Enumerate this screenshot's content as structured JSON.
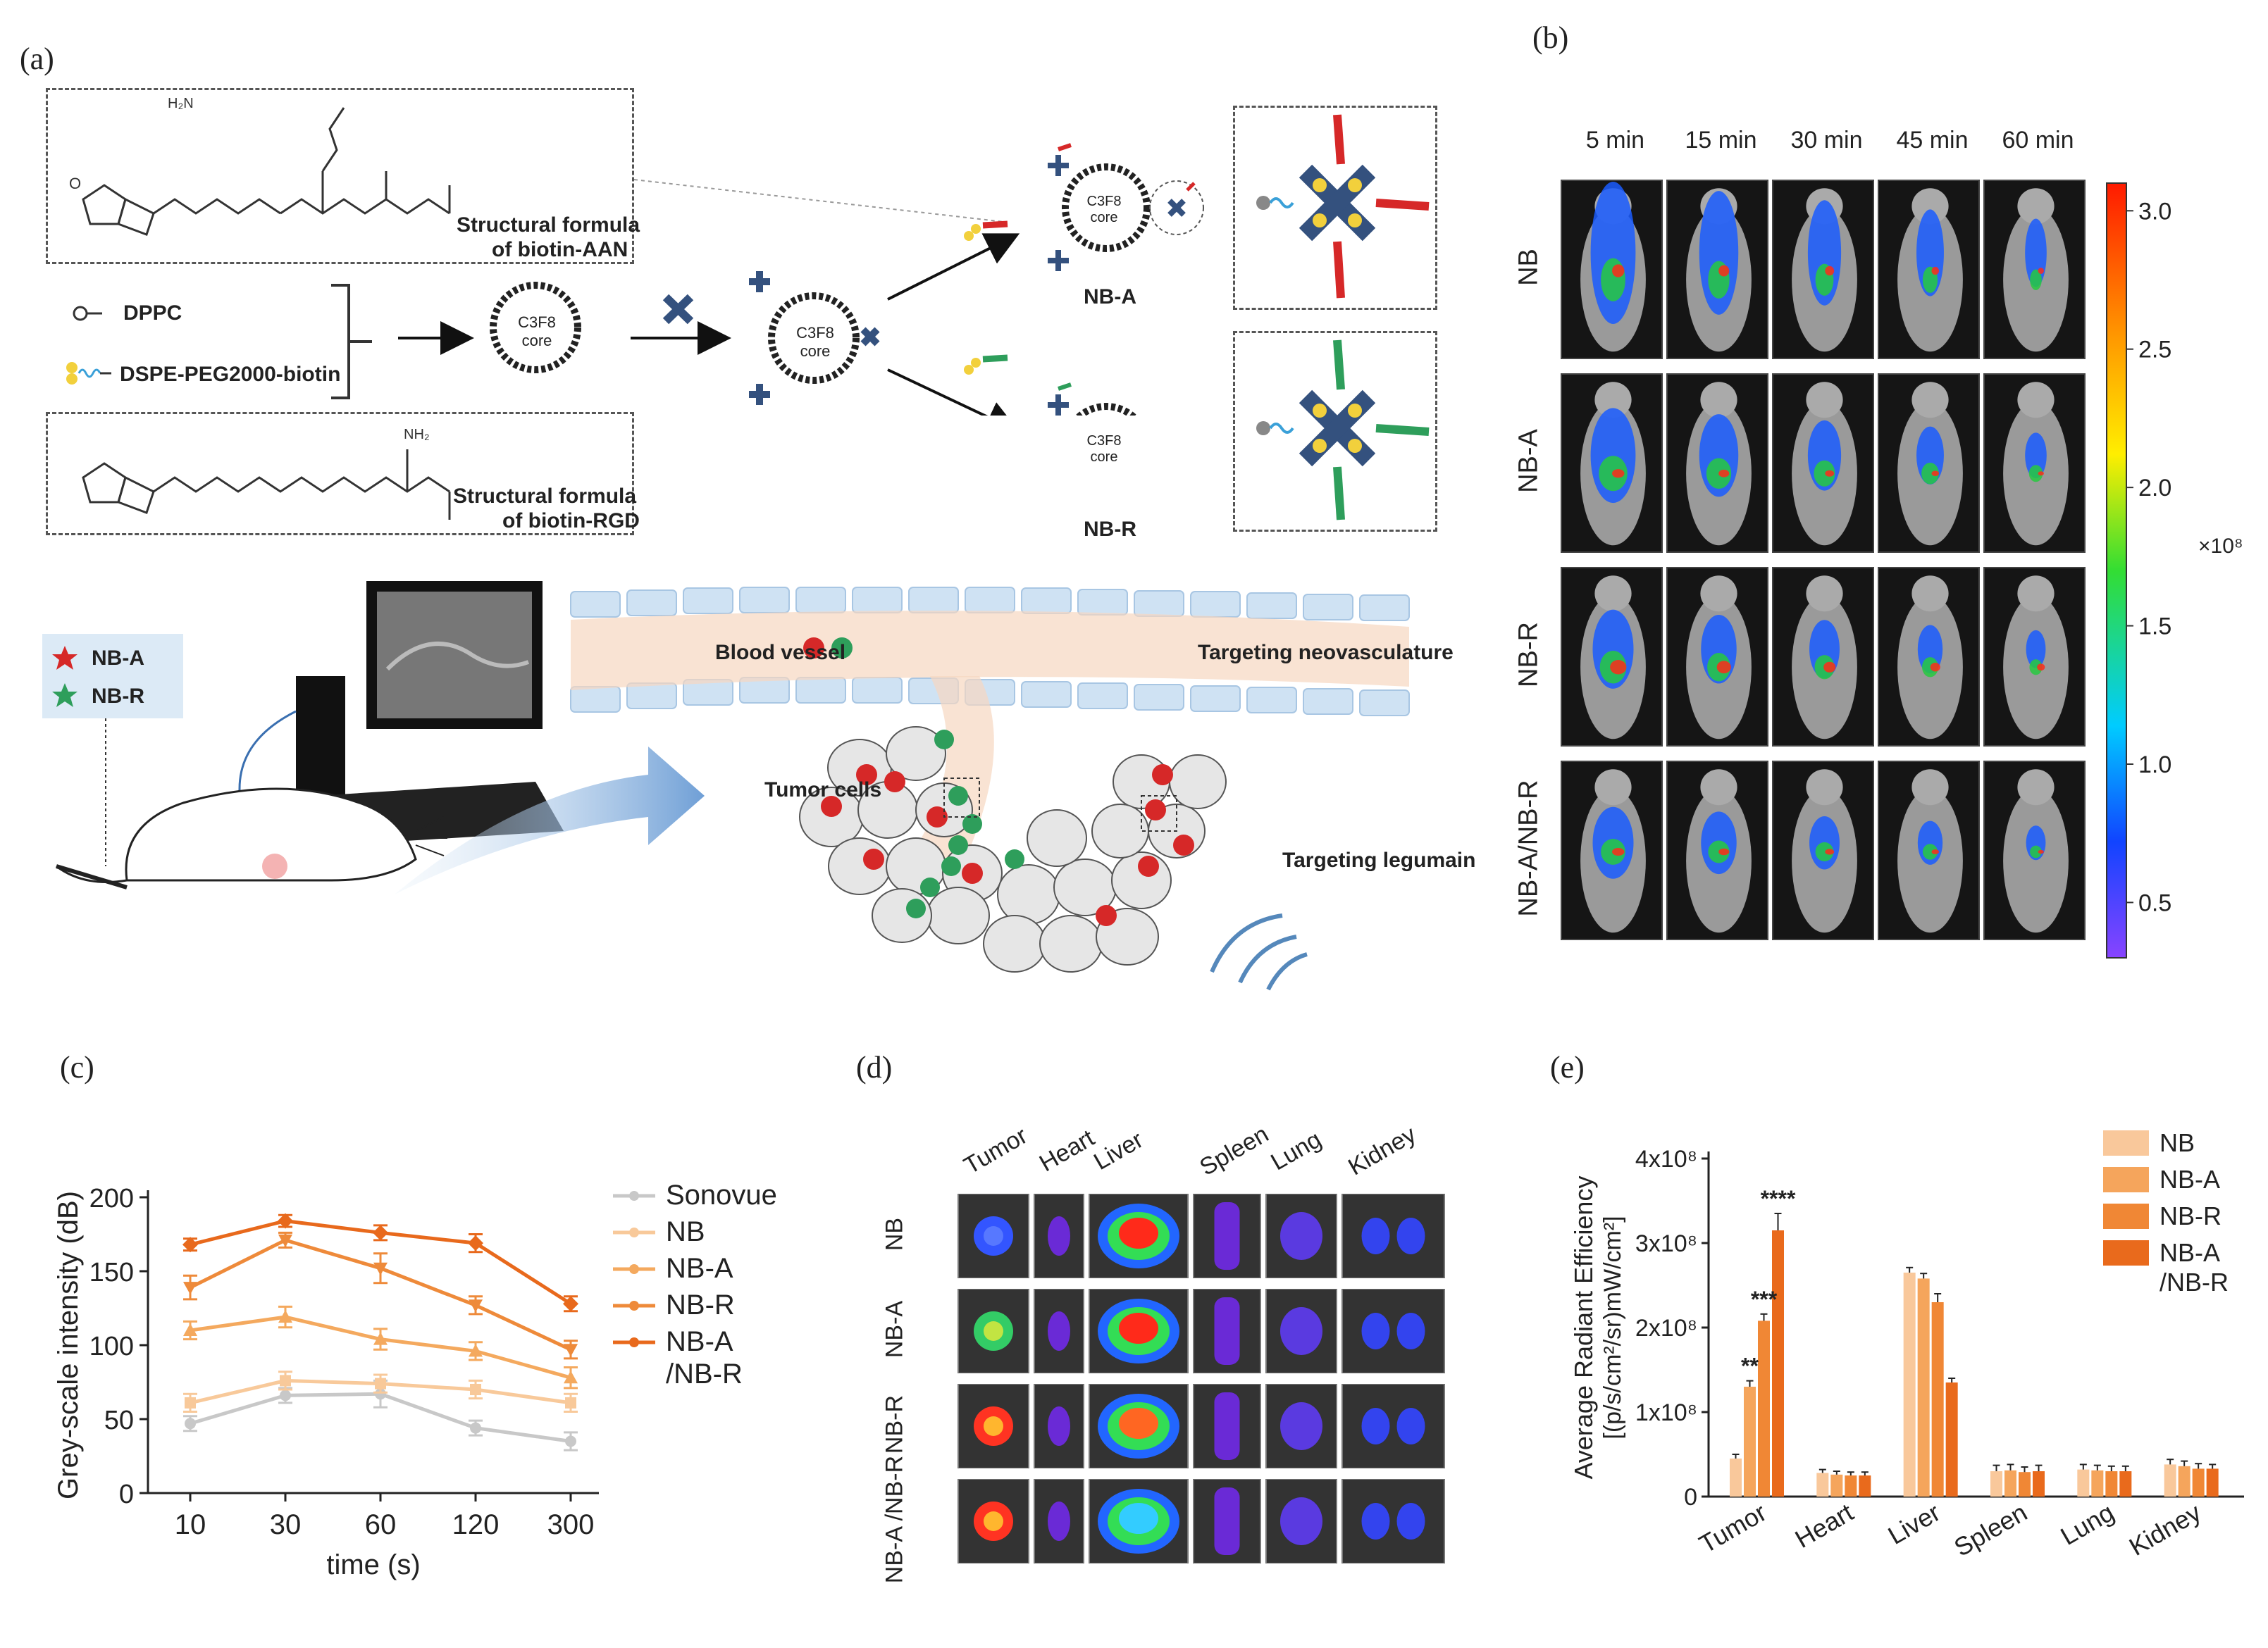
{
  "panel_labels": {
    "a": "(a)",
    "b": "(b)",
    "c": "(c)",
    "d": "(d)",
    "e": "(e)"
  },
  "panel_a": {
    "aan_caption_1": "Structural formula",
    "aan_caption_2": "of biotin-AAN",
    "rgd_caption_1": "Structural formula",
    "rgd_caption_2": "of biotin-RGD",
    "dppc": "DPPC",
    "dspe": "DSPE-PEG2000-biotin",
    "core_label": "C3F8 core",
    "nb_a": "NB-A",
    "nb_r": "NB-R",
    "legend_nb_a": "NB-A",
    "legend_nb_r": "NB-R",
    "blood_vessel": "Blood vessel",
    "targeting_neovasculature": "Targeting neovasculature",
    "tumor_cells": "Tumor cells",
    "targeting_legumain": "Targeting legumain",
    "color_red_probe": "#d62828",
    "color_green_probe": "#2e9e5b",
    "color_cross": "#34517e"
  },
  "panel_b": {
    "times": [
      "5 min",
      "15 min",
      "30 min",
      "45 min",
      "60 min"
    ],
    "rows": [
      "NB",
      "NB-A",
      "NB-R",
      "NB-A/NB-R"
    ],
    "colorbar_ticks": [
      "3.0",
      "2.5",
      "2.0",
      "1.5",
      "1.0",
      "0.5"
    ],
    "colorbar_unit": "×10⁸",
    "colorbar_range": [
      0.3,
      3.1
    ]
  },
  "panel_c": {
    "chart_data": {
      "type": "line",
      "x": [
        "10",
        "30",
        "60",
        "120",
        "300"
      ],
      "xlabel": "time (s)",
      "ylabel": "Grey-scale intensity (dB)",
      "ylim": [
        0,
        200
      ],
      "yticks": [
        "0",
        "50",
        "100",
        "150",
        "200"
      ],
      "series": [
        {
          "name": "Sonovue",
          "values": [
            47,
            66,
            67,
            44,
            35
          ],
          "err": [
            5,
            5,
            9,
            5,
            6
          ],
          "color": "#c8c8c8"
        },
        {
          "name": "NB",
          "values": [
            61,
            76,
            74,
            70,
            61
          ],
          "err": [
            6,
            6,
            6,
            6,
            6
          ],
          "color": "#f8c99a"
        },
        {
          "name": "NB-A",
          "values": [
            110,
            119,
            104,
            96,
            78
          ],
          "err": [
            6,
            7,
            7,
            6,
            7
          ],
          "color": "#f4a95e"
        },
        {
          "name": "NB-R",
          "values": [
            139,
            171,
            152,
            127,
            97
          ],
          "err": [
            8,
            5,
            10,
            6,
            6
          ],
          "color": "#ee8a3a"
        },
        {
          "name": "NB-A\n/NB-R",
          "legend_lines": [
            "NB-A",
            "/NB-R"
          ],
          "values": [
            168,
            184,
            176,
            169,
            128
          ],
          "err": [
            4,
            4,
            5,
            6,
            5
          ],
          "color": "#e8691c"
        }
      ]
    }
  },
  "panel_d": {
    "organs": [
      "Tumor",
      "Heart",
      "Liver",
      "Spleen",
      "Lung",
      "Kidney"
    ],
    "rows": [
      "NB",
      "NB-A",
      "NB-R",
      "NB-A\n/NB-R"
    ],
    "row_labels": [
      "NB",
      "NB-A",
      "NB-R",
      "NB-A /NB-R"
    ]
  },
  "panel_e": {
    "chart_data": {
      "type": "bar",
      "categories": [
        "Tumor",
        "Heart",
        "Liver",
        "Spleen",
        "Lung",
        "Kidney"
      ],
      "ylabel_1": "Average Radiant Efficiency",
      "ylabel_2": "[(p/s/cm²/sr)mW/cm²]",
      "ylim": [
        0,
        4
      ],
      "yticks": [
        "0",
        "1x10⁸",
        "2x10⁸",
        "3x10⁸",
        "4x10⁸"
      ],
      "series": [
        {
          "name": "NB",
          "values": [
            0.45,
            0.28,
            2.65,
            0.3,
            0.32,
            0.38
          ],
          "err": [
            0.05,
            0.04,
            0.06,
            0.07,
            0.06,
            0.06
          ],
          "color": "#f9c89b"
        },
        {
          "name": "NB-A",
          "values": [
            1.3,
            0.26,
            2.58,
            0.31,
            0.31,
            0.36
          ],
          "err": [
            0.07,
            0.04,
            0.06,
            0.07,
            0.06,
            0.06
          ],
          "color": "#f5a55c"
        },
        {
          "name": "NB-R",
          "values": [
            2.08,
            0.25,
            2.3,
            0.29,
            0.3,
            0.33
          ],
          "err": [
            0.08,
            0.04,
            0.1,
            0.06,
            0.06,
            0.06
          ],
          "color": "#f08735"
        },
        {
          "name": "NB-A\n/NB-R",
          "legend_lines": [
            "NB-A",
            "/NB-R"
          ],
          "values": [
            3.15,
            0.25,
            1.35,
            0.3,
            0.3,
            0.33
          ],
          "err": [
            0.2,
            0.04,
            0.05,
            0.07,
            0.06,
            0.05
          ],
          "color": "#e96a1c"
        }
      ],
      "annotations": [
        {
          "text": "**",
          "category": "Tumor",
          "series": 1
        },
        {
          "text": "***",
          "category": "Tumor",
          "series": 2
        },
        {
          "text": "****",
          "category": "Tumor",
          "series": 3
        }
      ]
    }
  }
}
